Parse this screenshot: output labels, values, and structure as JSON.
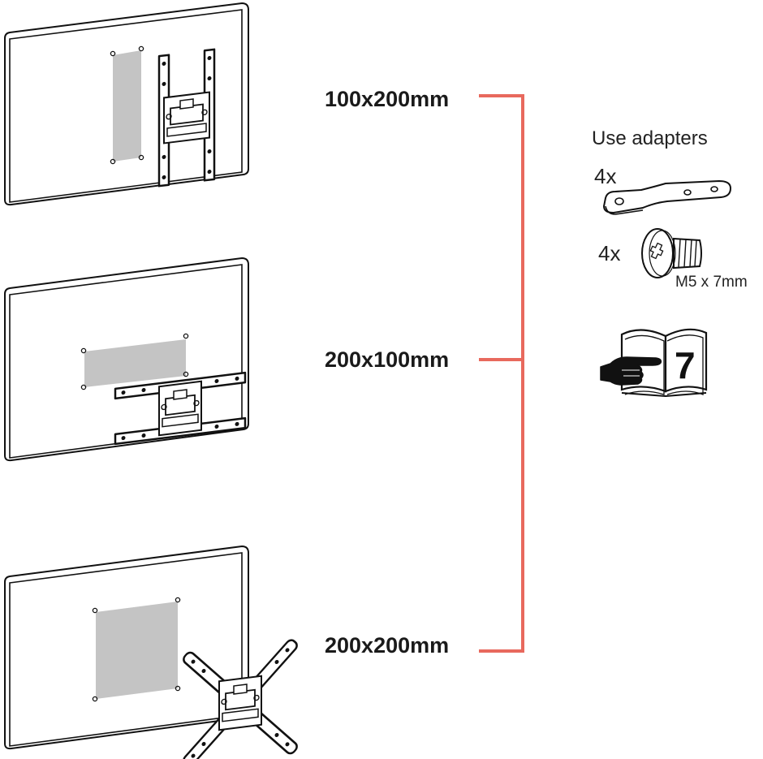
{
  "patterns": [
    {
      "label": "100x200mm"
    },
    {
      "label": "200x100mm"
    },
    {
      "label": "200x200mm"
    }
  ],
  "adapters": {
    "title": "Use adapters",
    "bracket_qty": "4x",
    "screw_qty": "4x",
    "screw_spec": "M5 x 7mm"
  },
  "manual": {
    "page_number": "7"
  },
  "colors": {
    "bracket_line": "#e8695d",
    "vesa_area": "#c4c4c4",
    "outline": "#1a1a1a"
  },
  "icons": [
    "tv-panel-icon",
    "mount-plate-icon",
    "adapter-bracket-icon",
    "screw-icon",
    "manual-book-icon",
    "pointing-hand-icon"
  ]
}
